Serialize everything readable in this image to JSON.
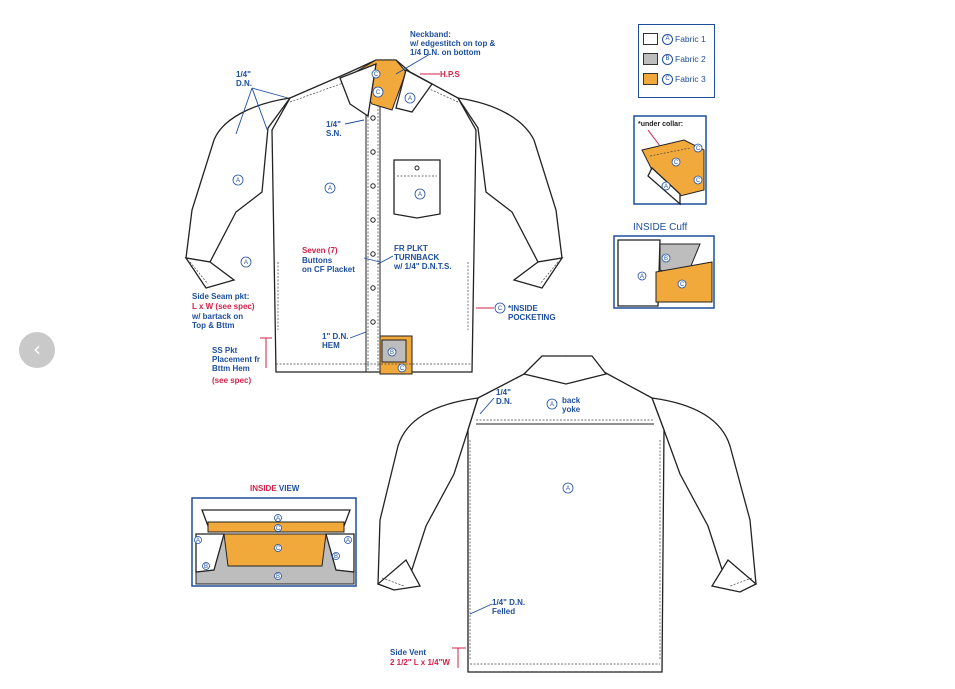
{
  "navigation": {
    "prev_icon": "‹"
  },
  "legend": {
    "items": [
      {
        "code": "A",
        "label": "Fabric 1",
        "color": "#ffffff"
      },
      {
        "code": "B",
        "label": "Fabric 2",
        "color": "#bdbdbd"
      },
      {
        "code": "C",
        "label": "Fabric 3",
        "color": "#f2a93b"
      }
    ]
  },
  "colors": {
    "fabric3": "#f2a93b",
    "fabric2": "#bdbdbd",
    "line": "#222222",
    "note_blue": "#1d4e9e",
    "note_red": "#d4204a"
  },
  "front_labels": {
    "neckband": "Neckband:\nw/ edgestitch on top &\n1/4 D.N. on bottom",
    "hps": "H.P.S",
    "dn_quarter": "1/4\"\nD.N.",
    "sn_quarter": "1/4\"\nS.N.",
    "seven": "Seven (7)",
    "buttons": "Buttons\non CF Placket",
    "fr_plkt": "FR PLKT\nTURNBACK\nw/ 1/4\" D.N.T.S.",
    "side_seam": "Side Seam pkt:",
    "lxw": "L x W (see spec)",
    "bartack": "w/ bartack on\nTop & Bttm",
    "inside_pocketing": "*INSIDE\nPOCKETING",
    "hem": "1\" D.N.\nHEM",
    "ss_pkt": "SS Pkt\nPlacement fr\nBttm Hem",
    "see_spec": "(see spec)"
  },
  "fabric_codes": {
    "a": "A",
    "b": "B",
    "c": "C"
  },
  "under_collar": {
    "title": "*under collar:"
  },
  "inside_cuff": {
    "title": "INSIDE Cuff"
  },
  "inside_view": {
    "title_red": "INSIDE",
    "title_blue": " VIEW"
  },
  "back_labels": {
    "dn_quarter": "1/4\"\nD.N.",
    "back_yoke": "back\nyoke",
    "felled": "1/4\" D.N.\nFelled",
    "side_vent": "Side Vent",
    "vent_dims": "2 1/2\" L x 1/4\"W"
  }
}
